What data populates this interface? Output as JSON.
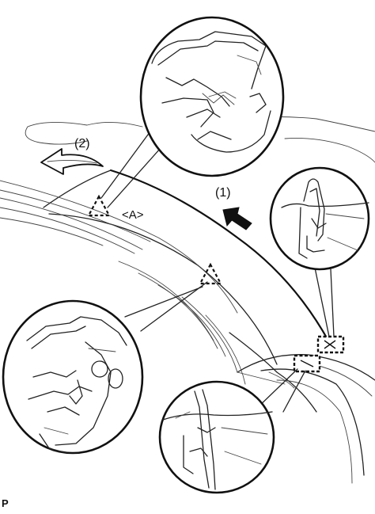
{
  "labels": {
    "step_1": "(1)",
    "step_2": "(2)",
    "point_a": "<A>",
    "corner_code": "P"
  }
}
